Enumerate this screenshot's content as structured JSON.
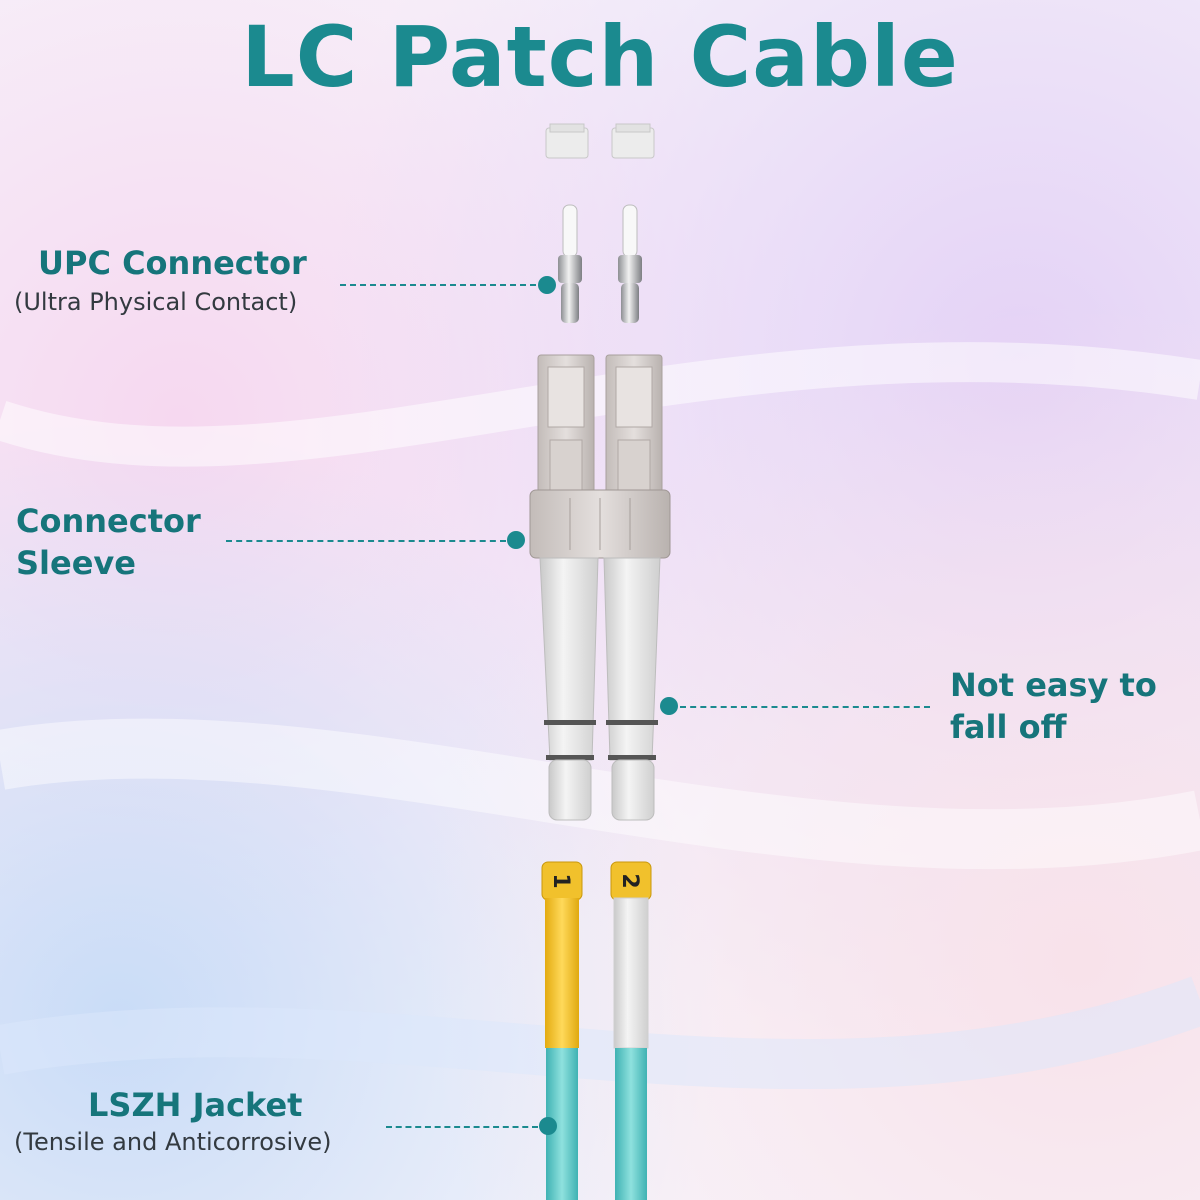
{
  "title": "LC Patch Cable",
  "colors": {
    "accent": "#1b8a8f",
    "label": "#16757b",
    "jacket_aqua": "#5cc8c6",
    "fiber_tag": "#f2c12e",
    "connector_body": "#dedede",
    "connector_sleeve": "#bdb8b6"
  },
  "callouts": {
    "upc": {
      "title": "UPC Connector",
      "subtitle": "(Ultra Physical Contact)"
    },
    "sleeve": {
      "title_line1": "Connector",
      "title_line2": "Sleeve"
    },
    "retention": {
      "title_line1": "Not easy to",
      "title_line2": "fall off"
    },
    "jacket": {
      "title": "LSZH Jacket",
      "subtitle": "(Tensile and Anticorrosive)"
    }
  },
  "fiber_tags": [
    "1",
    "2"
  ]
}
